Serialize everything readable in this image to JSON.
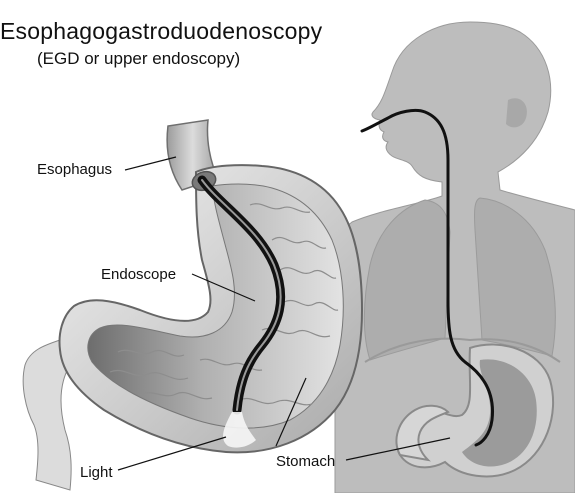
{
  "title": "Esophagogastroduodenoscopy",
  "subtitle": "(EGD or upper endoscopy)",
  "labels": {
    "esophagus": "Esophagus",
    "endoscope": "Endoscope",
    "light": "Light",
    "stomach": "Stomach"
  },
  "colors": {
    "body": "#b9b9b9",
    "body_edge": "#8e8e8e",
    "lungs": "#a6a6a6",
    "stomach_wall": "#d4d4d4",
    "stomach_inner": "#9a9a9a",
    "endoscope": "#111111"
  }
}
